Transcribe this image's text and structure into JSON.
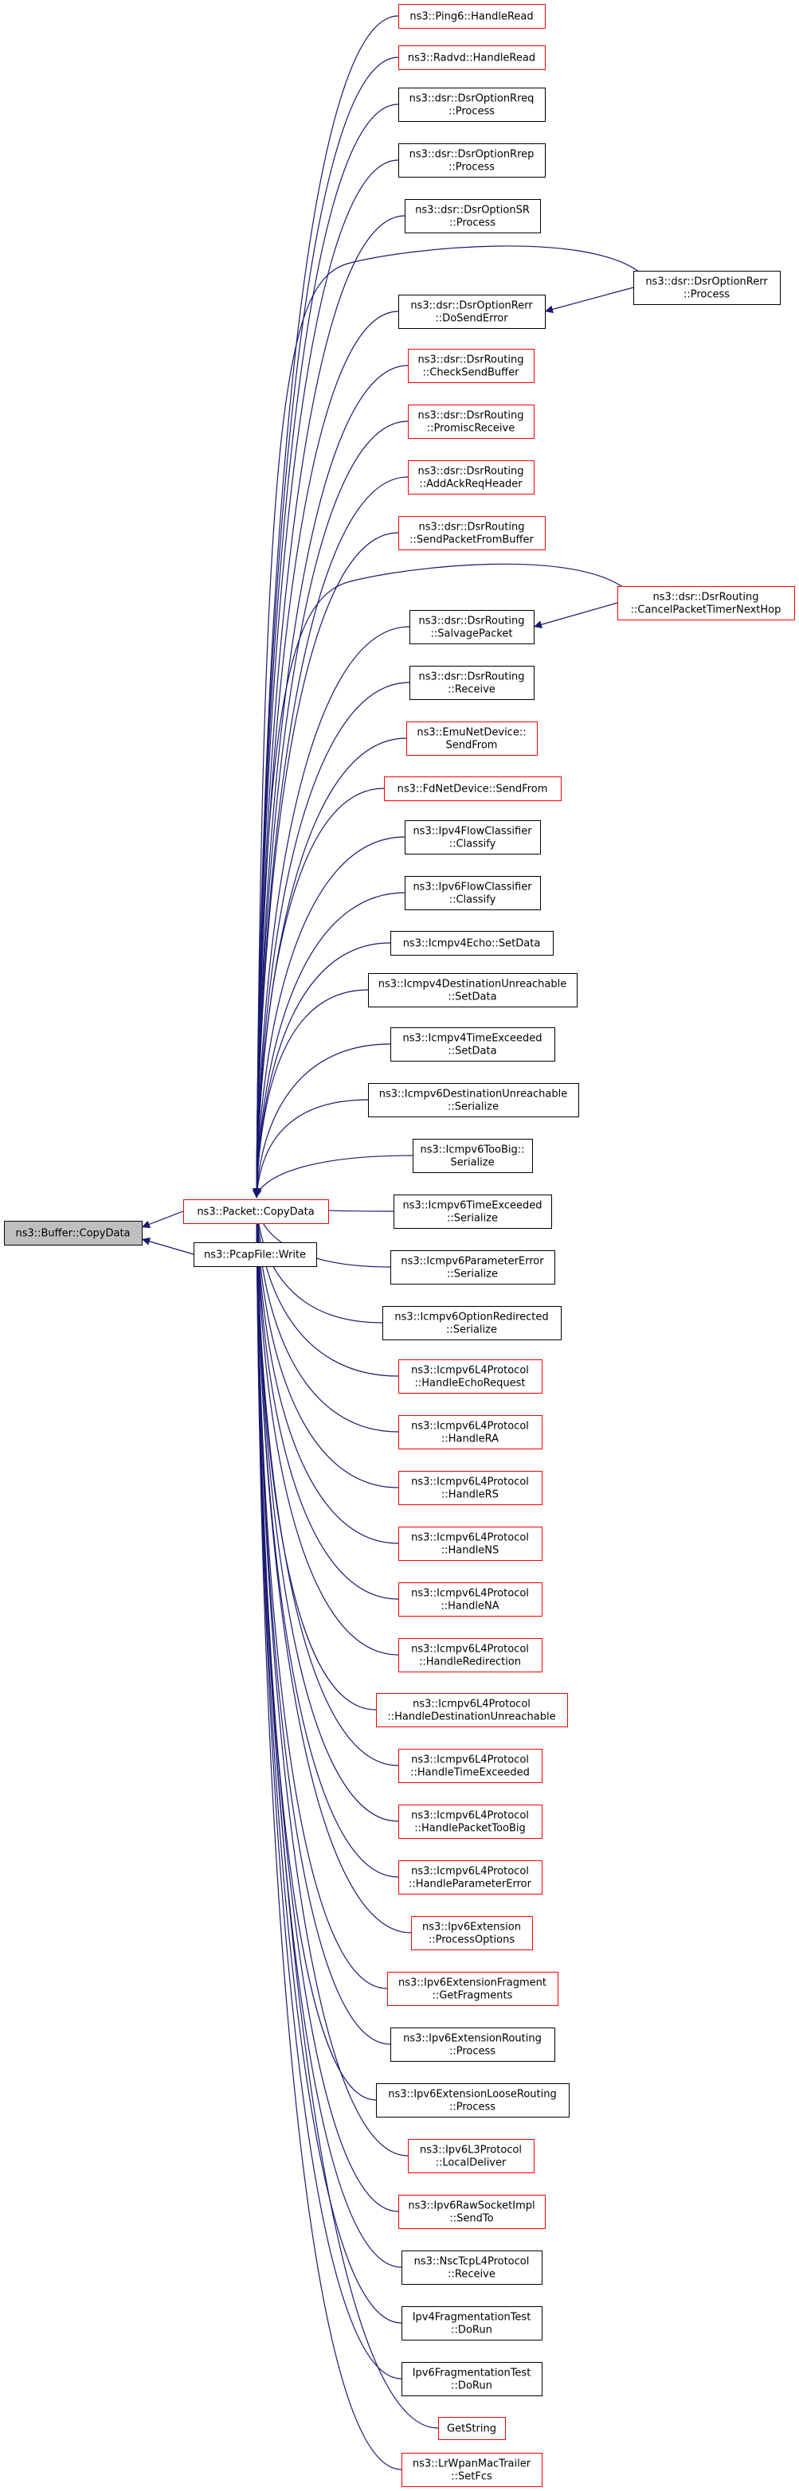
{
  "colors": {
    "edge": "#191970",
    "border_black": "#000000",
    "border_red": "#ff0000",
    "focus_fill": "#bfbfbf",
    "node_fill": "#ffffff"
  },
  "focus_node": {
    "id": "buffer-copydata",
    "lines": [
      "ns3::Buffer::CopyData"
    ]
  },
  "nodes": [
    {
      "id": "packet-copydata",
      "lines": [
        "ns3::Packet::CopyData"
      ],
      "border": "red"
    },
    {
      "id": "pcapfile-write",
      "lines": [
        "ns3::PcapFile::Write"
      ],
      "border": "black"
    },
    {
      "id": "ping6-handleread",
      "lines": [
        "ns3::Ping6::HandleRead"
      ],
      "border": "red"
    },
    {
      "id": "radvd-handleread",
      "lines": [
        "ns3::Radvd::HandleRead"
      ],
      "border": "red"
    },
    {
      "id": "dsroptionrreq-process",
      "lines": [
        "ns3::dsr::DsrOptionRreq",
        "::Process"
      ],
      "border": "black"
    },
    {
      "id": "dsroptionrrep-process",
      "lines": [
        "ns3::dsr::DsrOptionRrep",
        "::Process"
      ],
      "border": "black"
    },
    {
      "id": "dsroptionsr-process",
      "lines": [
        "ns3::dsr::DsrOptionSR",
        "::Process"
      ],
      "border": "black"
    },
    {
      "id": "dsroptionrerr-dosenderror",
      "lines": [
        "ns3::dsr::DsrOptionRerr",
        "::DoSendError"
      ],
      "border": "black"
    },
    {
      "id": "dsroptionrerr-process",
      "lines": [
        "ns3::dsr::DsrOptionRerr",
        "::Process"
      ],
      "border": "black"
    },
    {
      "id": "dsrrouting-checksendbuffer",
      "lines": [
        "ns3::dsr::DsrRouting",
        "::CheckSendBuffer"
      ],
      "border": "red"
    },
    {
      "id": "dsrrouting-promiscreceive",
      "lines": [
        "ns3::dsr::DsrRouting",
        "::PromiscReceive"
      ],
      "border": "red"
    },
    {
      "id": "dsrrouting-addackreqheader",
      "lines": [
        "ns3::dsr::DsrRouting",
        "::AddAckReqHeader"
      ],
      "border": "red"
    },
    {
      "id": "dsrrouting-sendpacketfrombuffer",
      "lines": [
        "ns3::dsr::DsrRouting",
        "::SendPacketFromBuffer"
      ],
      "border": "red"
    },
    {
      "id": "dsrrouting-salvagepacket",
      "lines": [
        "ns3::dsr::DsrRouting",
        "::SalvagePacket"
      ],
      "border": "black"
    },
    {
      "id": "dsrrouting-cancelpackettimernexthop",
      "lines": [
        "ns3::dsr::DsrRouting",
        "::CancelPacketTimerNextHop"
      ],
      "border": "red"
    },
    {
      "id": "dsrrouting-receive",
      "lines": [
        "ns3::dsr::DsrRouting",
        "::Receive"
      ],
      "border": "black"
    },
    {
      "id": "emunetdevice-sendfrom",
      "lines": [
        "ns3::EmuNetDevice::",
        "SendFrom"
      ],
      "border": "red"
    },
    {
      "id": "fdnetdevice-sendfrom",
      "lines": [
        "ns3::FdNetDevice::SendFrom"
      ],
      "border": "red"
    },
    {
      "id": "ipv4flowclassifier-classify",
      "lines": [
        "ns3::Ipv4FlowClassifier",
        "::Classify"
      ],
      "border": "black"
    },
    {
      "id": "ipv6flowclassifier-classify",
      "lines": [
        "ns3::Ipv6FlowClassifier",
        "::Classify"
      ],
      "border": "black"
    },
    {
      "id": "icmpv4echo-setdata",
      "lines": [
        "ns3::Icmpv4Echo::SetData"
      ],
      "border": "black"
    },
    {
      "id": "icmpv4destinationunreachable-setdata",
      "lines": [
        "ns3::Icmpv4DestinationUnreachable",
        "::SetData"
      ],
      "border": "black"
    },
    {
      "id": "icmpv4timeexceeded-setdata",
      "lines": [
        "ns3::Icmpv4TimeExceeded",
        "::SetData"
      ],
      "border": "black"
    },
    {
      "id": "icmpv6destinationunreachable-serialize",
      "lines": [
        "ns3::Icmpv6DestinationUnreachable",
        "::Serialize"
      ],
      "border": "black"
    },
    {
      "id": "icmpv6toobig-serialize",
      "lines": [
        "ns3::Icmpv6TooBig::",
        "Serialize"
      ],
      "border": "black"
    },
    {
      "id": "icmpv6timeexceeded-serialize",
      "lines": [
        "ns3::Icmpv6TimeExceeded",
        "::Serialize"
      ],
      "border": "black"
    },
    {
      "id": "icmpv6parametererror-serialize",
      "lines": [
        "ns3::Icmpv6ParameterError",
        "::Serialize"
      ],
      "border": "black"
    },
    {
      "id": "icmpv6optionredirected-serialize",
      "lines": [
        "ns3::Icmpv6OptionRedirected",
        "::Serialize"
      ],
      "border": "black"
    },
    {
      "id": "icmpv6l4protocol-handleechorequest",
      "lines": [
        "ns3::Icmpv6L4Protocol",
        "::HandleEchoRequest"
      ],
      "border": "red"
    },
    {
      "id": "icmpv6l4protocol-handlera",
      "lines": [
        "ns3::Icmpv6L4Protocol",
        "::HandleRA"
      ],
      "border": "red"
    },
    {
      "id": "icmpv6l4protocol-handlers",
      "lines": [
        "ns3::Icmpv6L4Protocol",
        "::HandleRS"
      ],
      "border": "red"
    },
    {
      "id": "icmpv6l4protocol-handlens",
      "lines": [
        "ns3::Icmpv6L4Protocol",
        "::HandleNS"
      ],
      "border": "red"
    },
    {
      "id": "icmpv6l4protocol-handlena",
      "lines": [
        "ns3::Icmpv6L4Protocol",
        "::HandleNA"
      ],
      "border": "red"
    },
    {
      "id": "icmpv6l4protocol-handleredirection",
      "lines": [
        "ns3::Icmpv6L4Protocol",
        "::HandleRedirection"
      ],
      "border": "red"
    },
    {
      "id": "icmpv6l4protocol-handledestinationunreachable",
      "lines": [
        "ns3::Icmpv6L4Protocol",
        "::HandleDestinationUnreachable"
      ],
      "border": "red"
    },
    {
      "id": "icmpv6l4protocol-handletimeexceeded",
      "lines": [
        "ns3::Icmpv6L4Protocol",
        "::HandleTimeExceeded"
      ],
      "border": "red"
    },
    {
      "id": "icmpv6l4protocol-handlepackettoobig",
      "lines": [
        "ns3::Icmpv6L4Protocol",
        "::HandlePacketTooBig"
      ],
      "border": "red"
    },
    {
      "id": "icmpv6l4protocol-handleparametererror",
      "lines": [
        "ns3::Icmpv6L4Protocol",
        "::HandleParameterError"
      ],
      "border": "red"
    },
    {
      "id": "ipv6extension-processoptions",
      "lines": [
        "ns3::Ipv6Extension",
        "::ProcessOptions"
      ],
      "border": "red"
    },
    {
      "id": "ipv6extensionfragment-getfragments",
      "lines": [
        "ns3::Ipv6ExtensionFragment",
        "::GetFragments"
      ],
      "border": "red"
    },
    {
      "id": "ipv6extensionrouting-process",
      "lines": [
        "ns3::Ipv6ExtensionRouting",
        "::Process"
      ],
      "border": "black"
    },
    {
      "id": "ipv6extensionlooserouting-process",
      "lines": [
        "ns3::Ipv6ExtensionLooseRouting",
        "::Process"
      ],
      "border": "black"
    },
    {
      "id": "ipv6l3protocol-localdeliver",
      "lines": [
        "ns3::Ipv6L3Protocol",
        "::LocalDeliver"
      ],
      "border": "red"
    },
    {
      "id": "ipv6rawsocketimpl-sendto",
      "lines": [
        "ns3::Ipv6RawSocketImpl",
        "::SendTo"
      ],
      "border": "red"
    },
    {
      "id": "nsctcpl4protocol-receive",
      "lines": [
        "ns3::NscTcpL4Protocol",
        "::Receive"
      ],
      "border": "black"
    },
    {
      "id": "ipv4fragmentationtest-dorun",
      "lines": [
        "Ipv4FragmentationTest",
        "::DoRun"
      ],
      "border": "black"
    },
    {
      "id": "ipv6fragmentationtest-dorun",
      "lines": [
        "Ipv6FragmentationTest",
        "::DoRun"
      ],
      "border": "black"
    },
    {
      "id": "getstring",
      "lines": [
        "GetString"
      ],
      "border": "red"
    },
    {
      "id": "lrwpanmactrailer-setfcs",
      "lines": [
        "ns3::LrWpanMacTrailer",
        "::SetFcs"
      ],
      "border": "red"
    }
  ],
  "edges": [
    {
      "from": "packet-copydata",
      "to": "buffer-copydata"
    },
    {
      "from": "pcapfile-write",
      "to": "buffer-copydata"
    },
    {
      "from": "dsroptionrerr-process",
      "to": "dsroptionrerr-dosenderror"
    },
    {
      "from": "dsrrouting-cancelpackettimernexthop",
      "to": "dsrrouting-salvagepacket"
    },
    {
      "from": "dsroptionrerr-process",
      "to": "packet-copydata"
    },
    {
      "from": "dsrrouting-cancelpackettimernexthop",
      "to": "packet-copydata"
    }
  ]
}
